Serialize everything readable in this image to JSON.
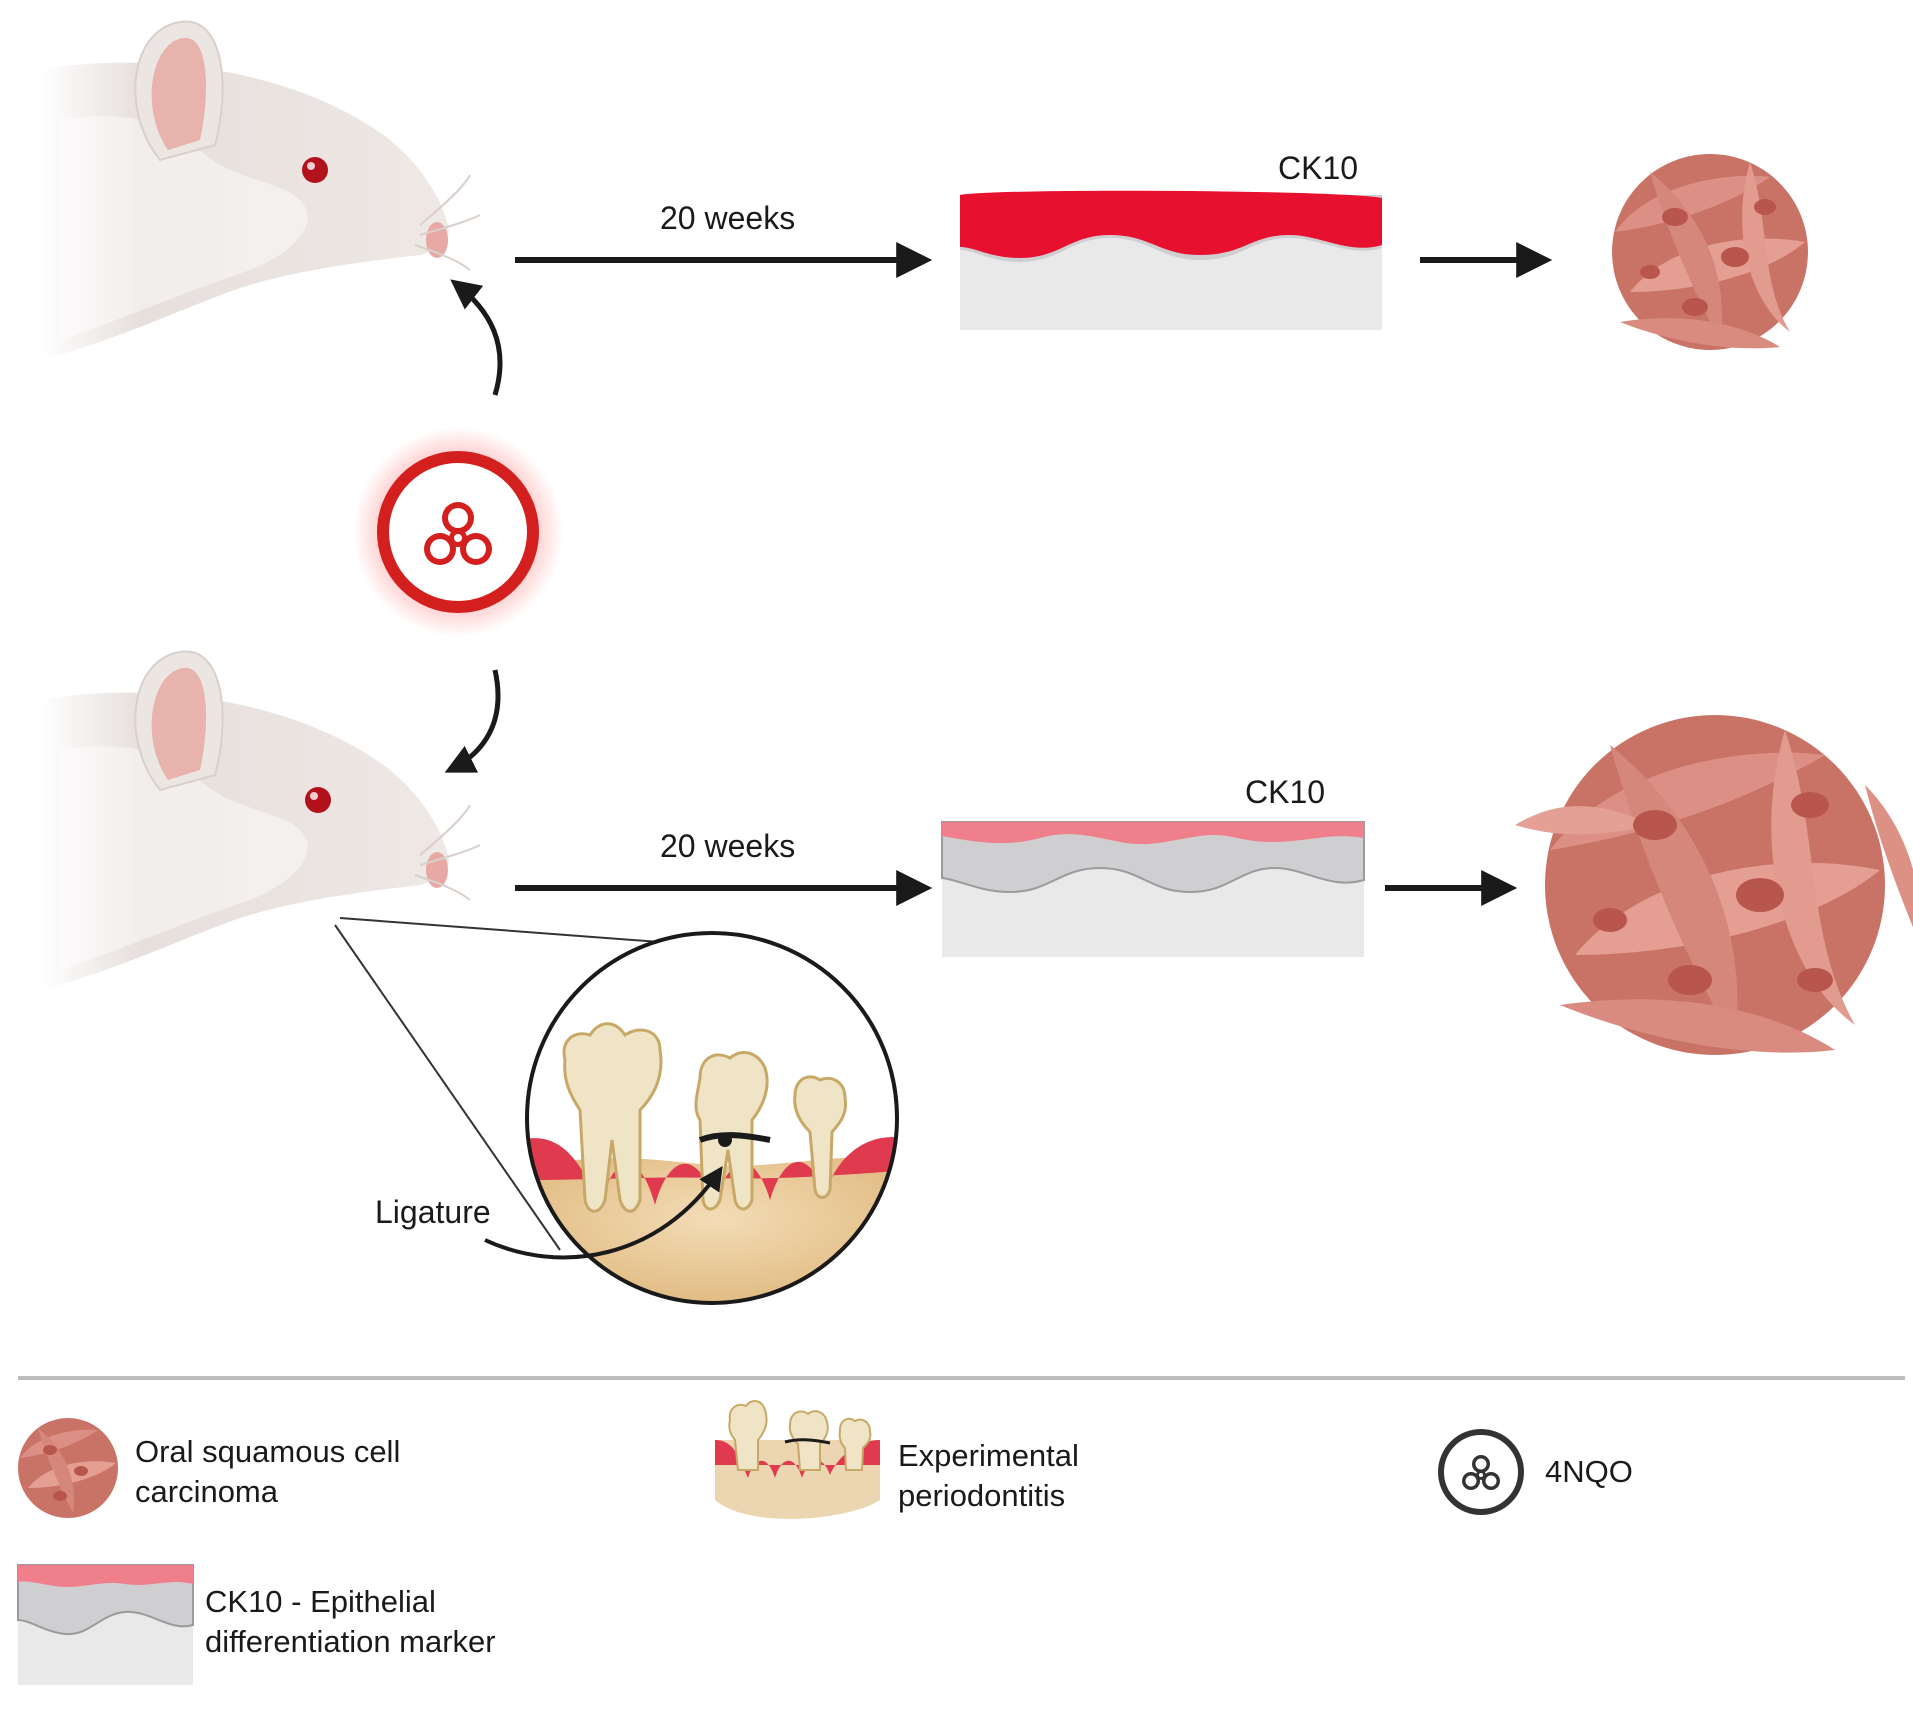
{
  "top_row": {
    "duration_label": "20 weeks",
    "marker_label": "CK10"
  },
  "bottom_row": {
    "duration_label": "20 weeks",
    "marker_label": "CK10",
    "ligature_label": "Ligature"
  },
  "legend": {
    "oscc": {
      "line1": "Oral squamous cell",
      "line2": "carcinoma"
    },
    "periodontitis": {
      "line1": "Experimental",
      "line2": "periodontitis"
    },
    "carcinogen": {
      "label": "4NQO"
    },
    "ck10": {
      "line1": "CK10 - Epithelial",
      "line2": "differentiation marker"
    }
  },
  "colors": {
    "ck10_high": "#e8102f",
    "ck10_low": "#f07f8c",
    "tissue_grey": "#cfcfd1",
    "tissue_light": "#e9e9ea",
    "tumor": "#d8857a",
    "hazard_red": "#d41f1f",
    "rat_fur": "#ece6e3"
  },
  "icons": [
    "rat-icon",
    "biohazard-icon",
    "tumor-cells-icon",
    "teeth-icon",
    "arrow-icon"
  ]
}
